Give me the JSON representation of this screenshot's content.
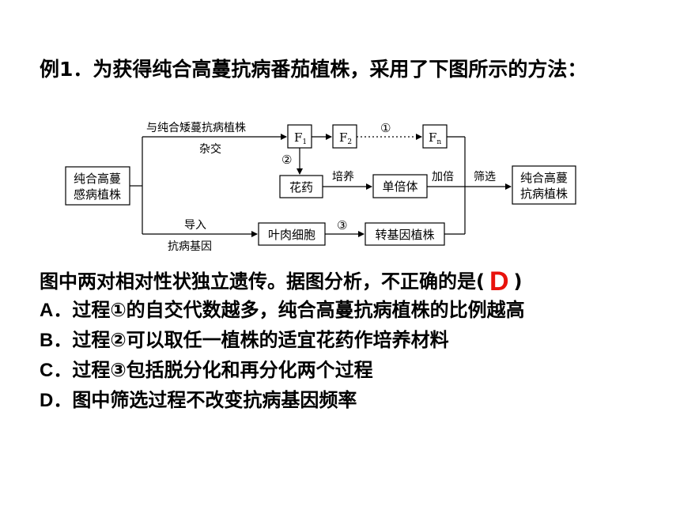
{
  "title": "例1．为获得纯合高蔓抗病番茄植株，采用了下图所示的方法：",
  "diagram": {
    "start_box": [
      "纯合高蔓",
      "感病植株"
    ],
    "cross_label_top": "与纯合矮蔓抗病植株",
    "cross_label_bottom": "杂交",
    "f1": "F",
    "f1_sub": "1",
    "f2": "F",
    "f2_sub": "2",
    "fn": "F",
    "fn_sub": "n",
    "circle1": "①",
    "circle2": "②",
    "circle3": "③",
    "anther_box": "花药",
    "culture_label": "培养",
    "haploid_box": "单倍体",
    "double_label": "加倍",
    "screen_label": "筛选",
    "end_box": [
      "纯合高蔓",
      "抗病植株"
    ],
    "introduce_label_top": "导入",
    "introduce_label_bottom": "抗病基因",
    "mesophyll_box": "叶肉细胞",
    "transgenic_box": "转基因植株"
  },
  "question": {
    "stem_before": "图中两对相对性状独立遗传。据图分析，不正确的是(",
    "answer": "D",
    "stem_after": ")"
  },
  "options": [
    {
      "letter": "A",
      "text": "．过程①的自交代数越多，纯合高蔓抗病植株的比例越高"
    },
    {
      "letter": "B",
      "text": "．过程②可以取任一植株的适宜花药作培养材料"
    },
    {
      "letter": "C",
      "text": "．过程③包括脱分化和再分化两个过程"
    },
    {
      "letter": "D",
      "text": "．图中筛选过程不改变抗病基因频率"
    }
  ]
}
